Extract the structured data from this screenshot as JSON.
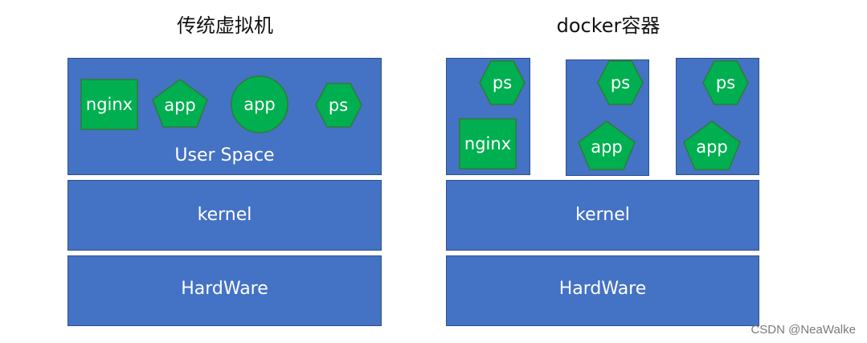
{
  "left": {
    "title": "传统虚拟机",
    "layers": {
      "user_space": "User Space",
      "kernel": "kernel",
      "hardware": "HardWare"
    },
    "apps": [
      "nginx",
      "app",
      "app",
      "ps"
    ]
  },
  "right": {
    "title": "docker容器",
    "containers": [
      {
        "top": "ps",
        "bottom": "nginx"
      },
      {
        "top": "ps",
        "bottom": "app"
      },
      {
        "top": "ps",
        "bottom": "app"
      }
    ],
    "layers": {
      "kernel": "kernel",
      "hardware": "HardWare"
    }
  },
  "watermark": "CSDN @NeaWalke",
  "colors": {
    "layer_blue": "#4472c4",
    "layer_border": "#2f528f",
    "green": "#00b050",
    "green_border": "#2e7d32"
  }
}
